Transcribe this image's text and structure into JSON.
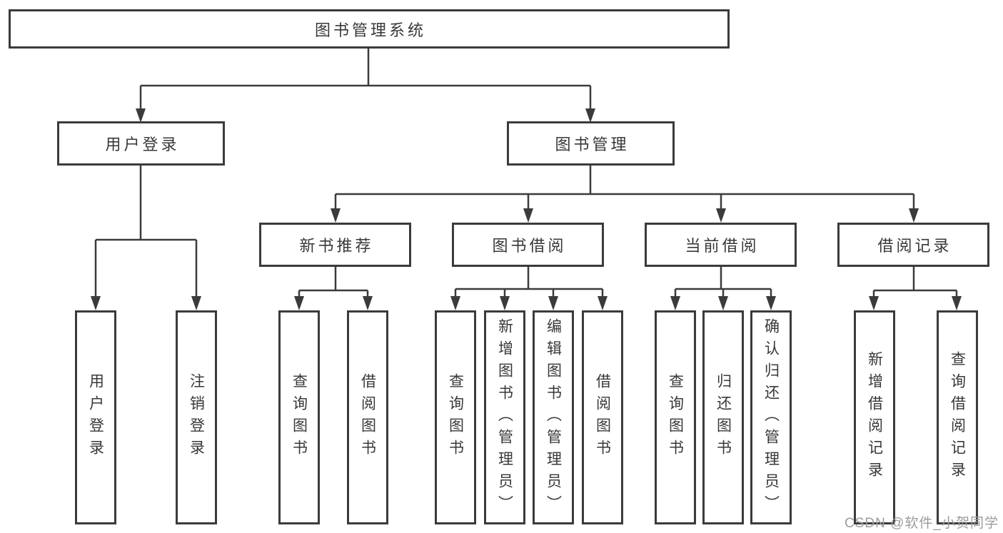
{
  "colors": {
    "line": "#3b3b3b",
    "border": "#3b3b3b",
    "text": "#383838",
    "bg": "#ffffff",
    "watermark": "#9c9c9c"
  },
  "watermark": {
    "text": "CSDN @软件_小贺同学"
  },
  "tree": {
    "label": "图书管理系统",
    "children": [
      {
        "label": "用户登录",
        "children": [
          {
            "label": "用户登录"
          },
          {
            "label": "注销登录"
          }
        ]
      },
      {
        "label": "图书管理",
        "children": [
          {
            "label": "新书推荐",
            "children": [
              {
                "label": "查询图书"
              },
              {
                "label": "借阅图书"
              }
            ]
          },
          {
            "label": "图书借阅",
            "children": [
              {
                "label": "查询图书"
              },
              {
                "label": "新增图书（管理员）"
              },
              {
                "label": "编辑图书（管理员）"
              },
              {
                "label": "借阅图书"
              }
            ]
          },
          {
            "label": "当前借阅",
            "children": [
              {
                "label": "查询图书"
              },
              {
                "label": "归还图书"
              },
              {
                "label": "确认归还（管理员）"
              }
            ]
          },
          {
            "label": "借阅记录",
            "children": [
              {
                "label": "新增借阅记录"
              },
              {
                "label": "查询借阅记录"
              }
            ]
          }
        ]
      }
    ]
  }
}
